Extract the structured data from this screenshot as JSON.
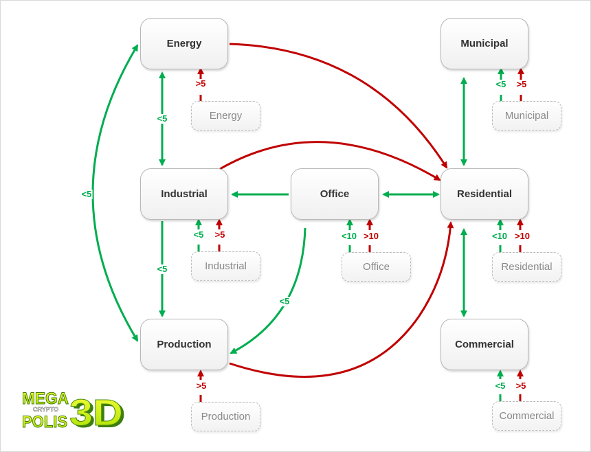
{
  "colors": {
    "green": "#00ad4f",
    "red": "#c00000"
  },
  "nodes": {
    "energy": "Energy",
    "municipal": "Municipal",
    "industrial": "Industrial",
    "office": "Office",
    "residential": "Residential",
    "production": "Production",
    "commercial": "Commercial"
  },
  "sources": {
    "energy": "Energy",
    "municipal": "Municipal",
    "industrial": "Industrial",
    "office": "Office",
    "residential": "Residential",
    "production": "Production",
    "commercial": "Commercial"
  },
  "labels": {
    "energy_industrial": "<5",
    "energy_production": "<5",
    "industrial_production": "<5",
    "office_production": "<5",
    "energy_src_red": ">5",
    "municipal_src_green": "<5",
    "municipal_src_red": ">5",
    "industrial_src_green": "<5",
    "industrial_src_red": ">5",
    "office_src_green": "<10",
    "office_src_red": ">10",
    "residential_src_green": "<10",
    "residential_src_red": ">10",
    "production_src_red": ">5",
    "commercial_src_green": "<5",
    "commercial_src_red": ">5"
  },
  "edges": [
    {
      "from": "Energy",
      "to": "Industrial",
      "color": "green",
      "label": "<5",
      "bidirectional": true
    },
    {
      "from": "Energy",
      "to": "Production",
      "color": "green",
      "label": "<5",
      "bidirectional": true
    },
    {
      "from": "Industrial",
      "to": "Production",
      "color": "green",
      "label": "<5"
    },
    {
      "from": "Office",
      "to": "Industrial",
      "color": "green"
    },
    {
      "from": "Office",
      "to": "Residential",
      "color": "green",
      "bidirectional": true
    },
    {
      "from": "Office",
      "to": "Production",
      "color": "green",
      "label": "<5"
    },
    {
      "from": "Municipal",
      "to": "Residential",
      "color": "green",
      "bidirectional": true
    },
    {
      "from": "Residential",
      "to": "Commercial",
      "color": "green",
      "bidirectional": true
    },
    {
      "from": "Energy",
      "to": "Residential",
      "color": "red"
    },
    {
      "from": "Industrial",
      "to": "Residential",
      "color": "red"
    },
    {
      "from": "Production",
      "to": "Residential",
      "color": "red"
    }
  ],
  "logo": {
    "line1": "MEGA",
    "line2": "CRYPTO",
    "line3": "POLIS",
    "mark": "3D"
  }
}
